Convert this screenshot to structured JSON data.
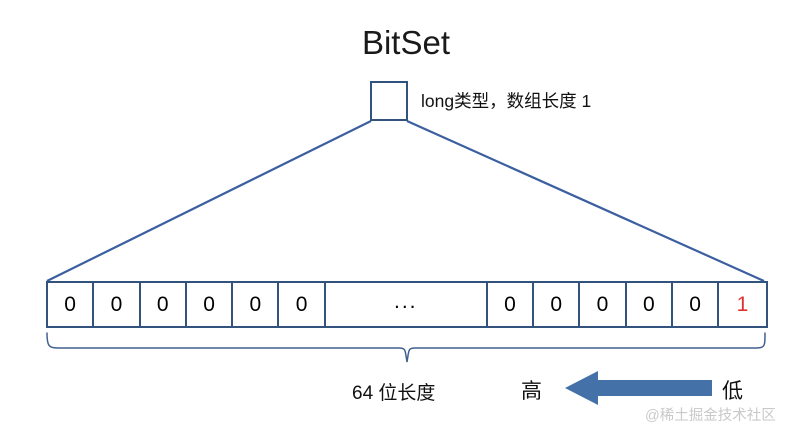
{
  "diagram": {
    "title": "BitSet",
    "box_label": "long类型，数组长度 1",
    "length_label": "64 位长度",
    "high_label": "高",
    "low_label": "低",
    "watermark": "@稀土掘金技术社区",
    "colors": {
      "line": "#33537f",
      "diagonal": "#3b5fa0",
      "arrow": "#4472a8",
      "bit_one": "#e03131",
      "bit_zero": "#000000",
      "text": "#111111",
      "watermark": "#c9c9c9",
      "background": "#ffffff"
    },
    "bits": [
      {
        "value": "0",
        "width": "std",
        "highlight": false
      },
      {
        "value": "0",
        "width": "std",
        "highlight": false
      },
      {
        "value": "0",
        "width": "std",
        "highlight": false
      },
      {
        "value": "0",
        "width": "std",
        "highlight": false
      },
      {
        "value": "0",
        "width": "std",
        "highlight": false
      },
      {
        "value": "0",
        "width": "std",
        "highlight": false
      },
      {
        "value": "...",
        "width": "wide",
        "highlight": false
      },
      {
        "value": "0",
        "width": "std",
        "highlight": false
      },
      {
        "value": "0",
        "width": "std",
        "highlight": false
      },
      {
        "value": "0",
        "width": "std",
        "highlight": false
      },
      {
        "value": "0",
        "width": "std",
        "highlight": false
      },
      {
        "value": "0",
        "width": "std",
        "highlight": false
      },
      {
        "value": "1",
        "width": "std",
        "highlight": true
      }
    ]
  }
}
